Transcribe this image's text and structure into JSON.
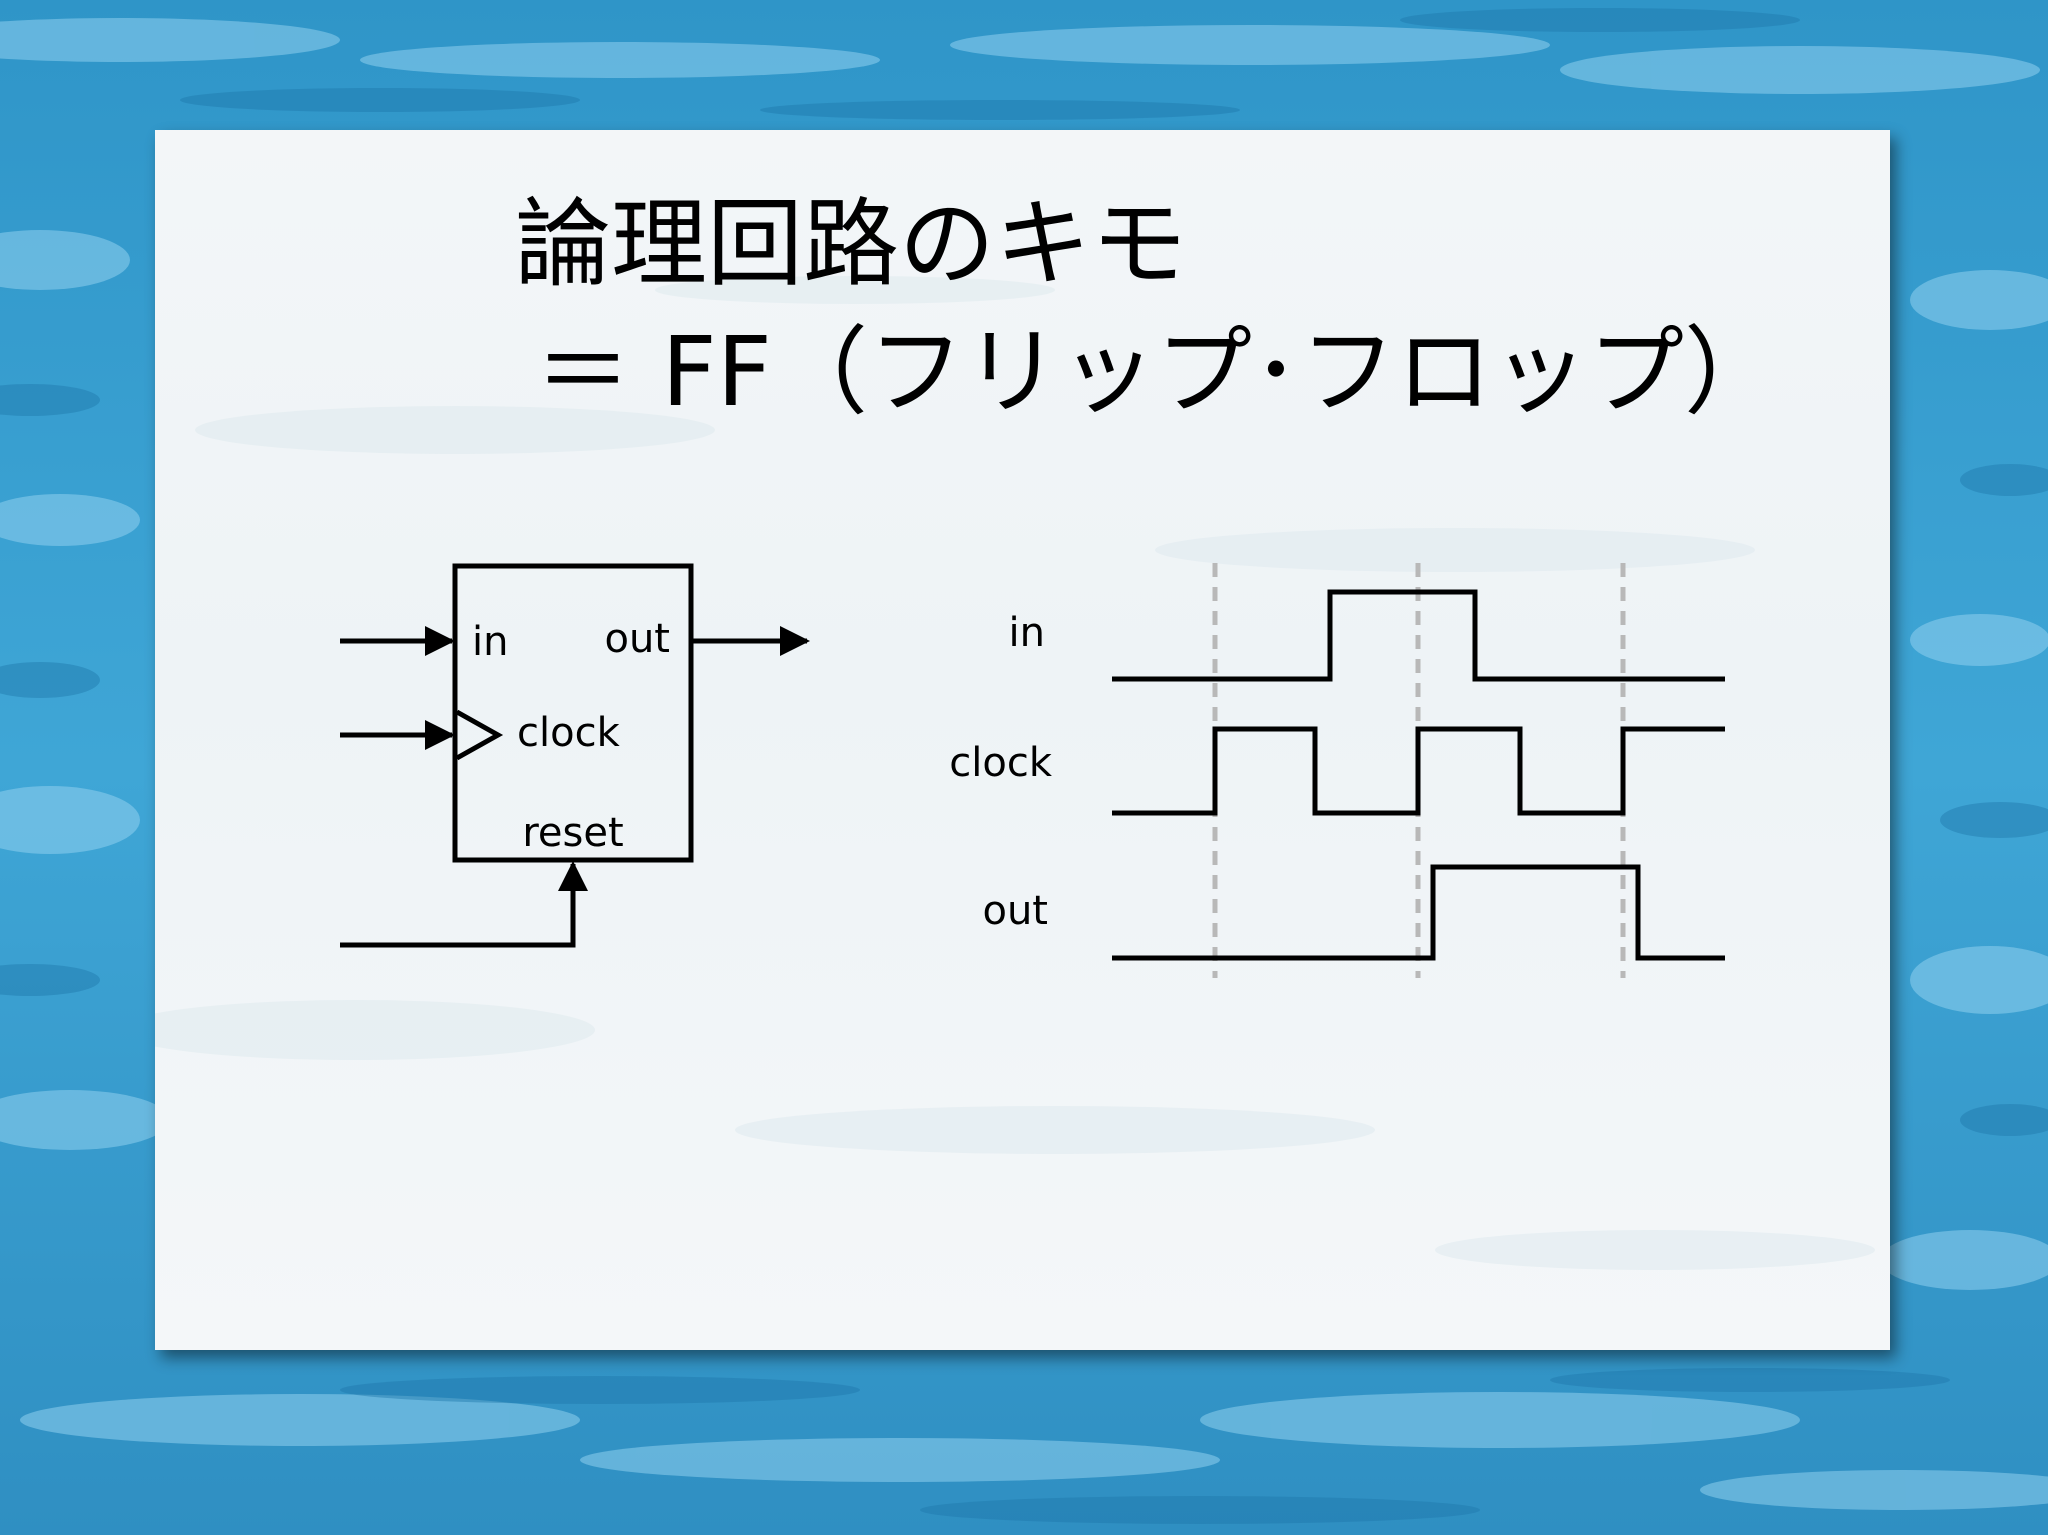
{
  "title": {
    "line1": "論理回路のキモ",
    "line2": "＝ FF（フリップ･フロップ）"
  },
  "flipflop": {
    "in_label": "in",
    "out_label": "out",
    "clock_label": "clock",
    "reset_label": "reset"
  },
  "timing": {
    "in_label": "in",
    "clock_label": "clock",
    "out_label": "out"
  },
  "colors": {
    "background": "#3a9fd0",
    "slide": "#f1f5f8",
    "line": "#000000",
    "dashed_guide": "#b8b8b8"
  }
}
